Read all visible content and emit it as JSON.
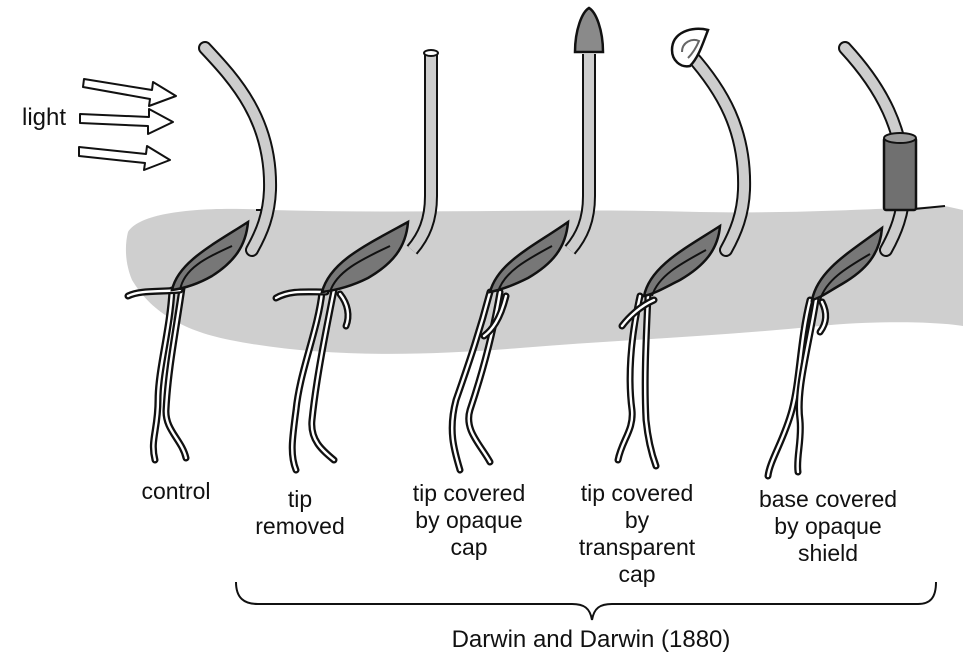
{
  "light_label": "light",
  "panels": [
    {
      "lines": [
        "control"
      ]
    },
    {
      "lines": [
        "tip",
        "removed"
      ]
    },
    {
      "lines": [
        "tip covered",
        "by opaque",
        "cap"
      ]
    },
    {
      "lines": [
        "tip covered",
        "by",
        "transparent",
        "cap"
      ]
    },
    {
      "lines": [
        "base covered",
        "by opaque",
        "shield"
      ]
    }
  ],
  "caption": "Darwin and Darwin (1880)",
  "colors": {
    "soil": "#cfcfcf",
    "stem": "#cdcdcd",
    "seed": "#777777",
    "opaque_cap": "#8a8a8a",
    "shield": "#707070",
    "outline": "#111111"
  }
}
